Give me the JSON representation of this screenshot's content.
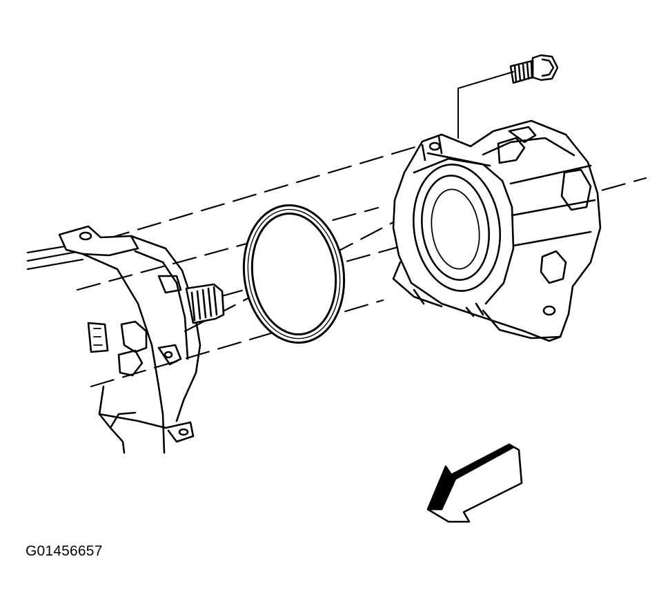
{
  "figure": {
    "id": "G01456657"
  },
  "parts": [
    "bolt",
    "housing",
    "seal-ring",
    "column-bracket"
  ],
  "indicators": {
    "direction_arrow": "down-left"
  },
  "colors": {
    "ink": "#000000",
    "paper": "#ffffff"
  }
}
